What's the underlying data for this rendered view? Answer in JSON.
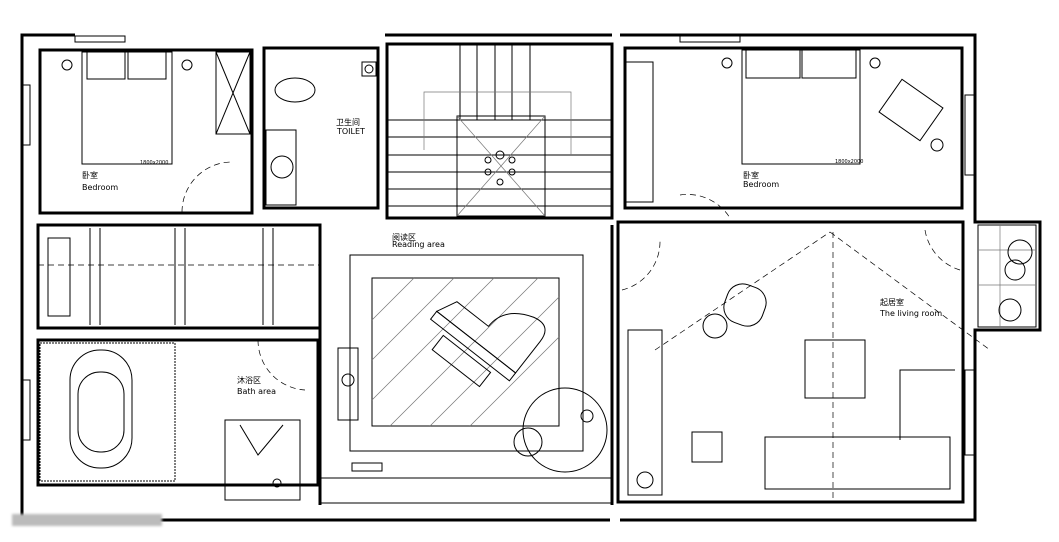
{
  "rooms": {
    "bedroom_left": {
      "cn": "卧室",
      "en": "Bedroom",
      "bed_size": "1800x2000"
    },
    "bedroom_right": {
      "cn": "卧室",
      "en": "Bedroom",
      "bed_size": "1800x2000"
    },
    "toilet": {
      "cn": "卫生间",
      "en": "TOILET"
    },
    "reading": {
      "cn": "阅读区",
      "en": "Reading area"
    },
    "living": {
      "cn": "起居室",
      "en": "The living room"
    },
    "bath": {
      "cn": "沐浴区",
      "en": "Bath area"
    }
  },
  "icons": [
    "light-fixture-icon",
    "grand-piano-icon",
    "bathtub-icon",
    "plant-icon",
    "chandelier-icon"
  ]
}
